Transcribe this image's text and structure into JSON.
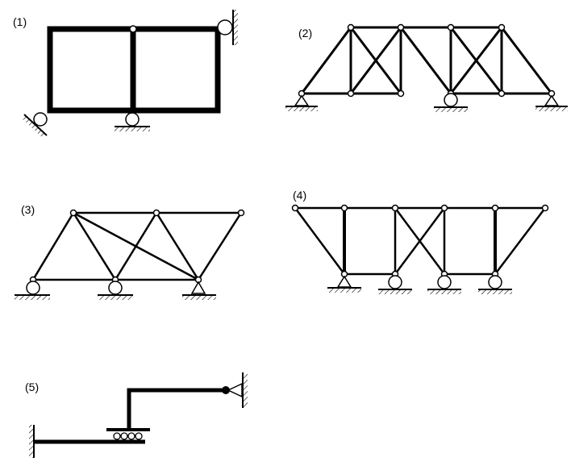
{
  "figures": [
    {
      "id": "1",
      "label": "(1)"
    },
    {
      "id": "2",
      "label": "(2)"
    },
    {
      "id": "3",
      "label": "(3)"
    },
    {
      "id": "4",
      "label": "(4)"
    },
    {
      "id": "5",
      "label": "(5)"
    }
  ],
  "colors": {
    "line": "#000000",
    "background": "#ffffff",
    "hinge_fill": "#ffffff"
  }
}
